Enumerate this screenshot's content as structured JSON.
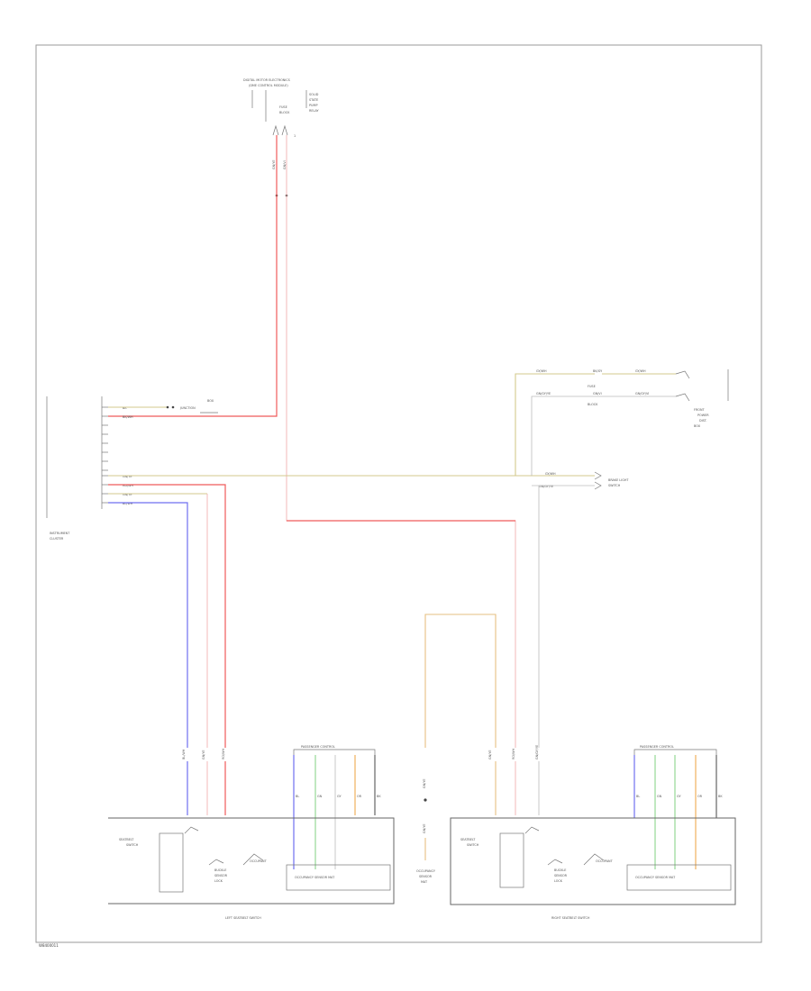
{
  "frame_caption": "W8400011",
  "modules": {
    "top": {
      "name": "DIGITAL MOTOR ELECTRONICS",
      "sub": "(DME CONTROL MODULE)",
      "notes": [
        "SOLID",
        "STATE",
        "PUMP",
        "RELAY"
      ],
      "pin": "1"
    },
    "left": {
      "name": "INSTRUMENT",
      "sub": "CLUSTER",
      "pins": [
        "BK",
        "BK/WH"
      ]
    },
    "ignition": {
      "name": "JUNCTION",
      "sub": "BOX"
    },
    "right_top": {
      "lines": [
        "FRONT",
        "POWER",
        "DIST.",
        "BOX"
      ]
    },
    "brake_light": {
      "name": "BRAKE LIGHT",
      "sub": "SWITCH"
    },
    "fuse_top": {
      "name": "FUSE",
      "sub": "BLOCK"
    },
    "left_seatbelt": {
      "title": "LEFT SEATBELT SWITCH",
      "inner": [
        "SEATBELT",
        "SWITCH"
      ],
      "buckle": [
        "BUCKLE",
        "SENSOR",
        "LOCK"
      ],
      "occ": "OCCUPANT",
      "sensor": "OCCUPANCY SENSOR MAT"
    },
    "right_seatbelt": {
      "title": "RIGHT SEATBELT SWITCH",
      "inner": [
        "SEATBELT",
        "SWITCH"
      ],
      "buckle": [
        "BUCKLE",
        "SENSOR",
        "LOCK"
      ],
      "occ": "OCCUPANT",
      "sensor": "OCCUPANCY SENSOR MAT"
    },
    "center_conn": {
      "lines": [
        "OCCUPANCY",
        "SENSOR",
        "MAT"
      ]
    },
    "left_harness": {
      "label": "PASSENGER CONTROL"
    },
    "right_harness": {
      "label": "PASSENGER CONTROL"
    }
  },
  "wire_labels": {
    "top_pair": [
      "GN/YE",
      "GN/VI"
    ],
    "left_pins": [
      "BK",
      "BK/WH",
      "GN/YE",
      "RD/WH",
      "GN/YE",
      "BL/WH"
    ],
    "right_top_row1": [
      "GY/WH",
      "BK/GY",
      "GY/WH"
    ],
    "right_top_row2": [
      "GN/GY/YE",
      "GN/VI",
      "GN/GY/VI"
    ],
    "brake_row1": "GY/WH",
    "brake_row2": "GN/GY/YE",
    "bottom_left": [
      "BL/WH",
      "GN/YE",
      "RD/WH"
    ],
    "bottom_right": [
      "GN/YE",
      "RD/WH",
      "GN/GY/YE"
    ],
    "harness_left": [
      "BL",
      "GN",
      "GY",
      "OR",
      "BK"
    ],
    "harness_right": [
      "BL",
      "GN",
      "GY",
      "OR",
      "BK"
    ]
  },
  "colors": {
    "red": "#ef5a5a",
    "yellow": "#d3c98d",
    "blue": "#6f6ff0",
    "green": "#8bd68b",
    "orange": "#efa84f",
    "black": "#555555"
  }
}
